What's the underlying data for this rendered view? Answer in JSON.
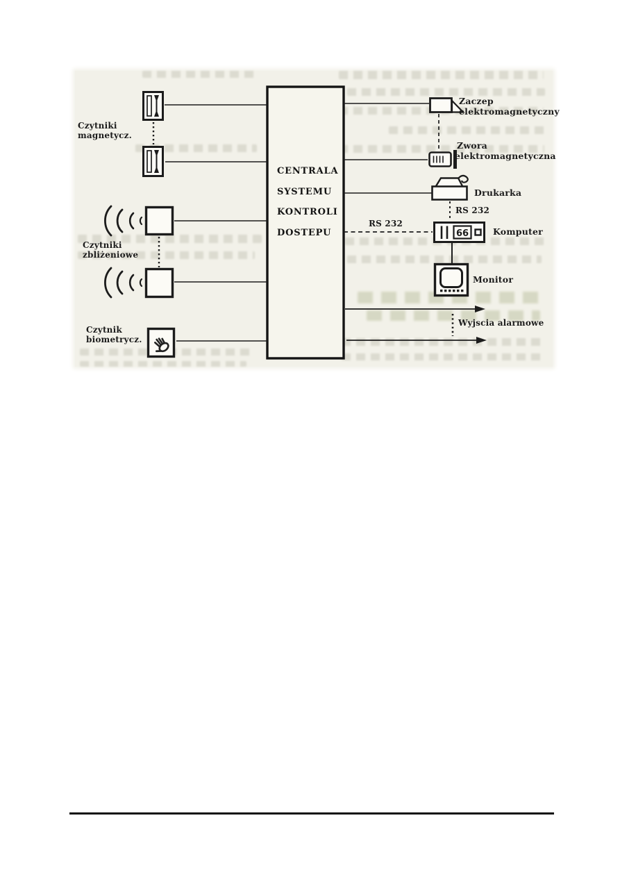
{
  "diagram": {
    "central_unit": {
      "line1": "CENTRALA",
      "line2": "SYSTEMU",
      "line3": "KONTROLI",
      "line4": "DOSTEPU"
    },
    "readers": {
      "magnetic": {
        "line1": "Czytniki",
        "line2": "magnetycz."
      },
      "proximity": {
        "line1": "Czytniki",
        "line2": "zbliżeniowe"
      },
      "biometric": {
        "line1": "Czytnik",
        "line2": "biometrycz."
      }
    },
    "devices": {
      "latch": {
        "line1": "Zaczep",
        "line2": "elektromagnetyczny"
      },
      "armature": {
        "line1": "Zwora",
        "line2": "elektromagnetyczna"
      },
      "printer": {
        "label": "Drukarka"
      },
      "computer": {
        "label": "Komputer",
        "display": "66"
      },
      "monitor": {
        "label": "Monitor"
      },
      "alarm": {
        "label": "Wyjscia alarmowe"
      }
    },
    "connections": {
      "rs232_vertical": "RS 232",
      "rs232_horizontal": "RS 232"
    },
    "colors": {
      "ink": "#1c1c1c",
      "scan_tint": "#f2f1e9",
      "page": "#ffffff"
    }
  }
}
